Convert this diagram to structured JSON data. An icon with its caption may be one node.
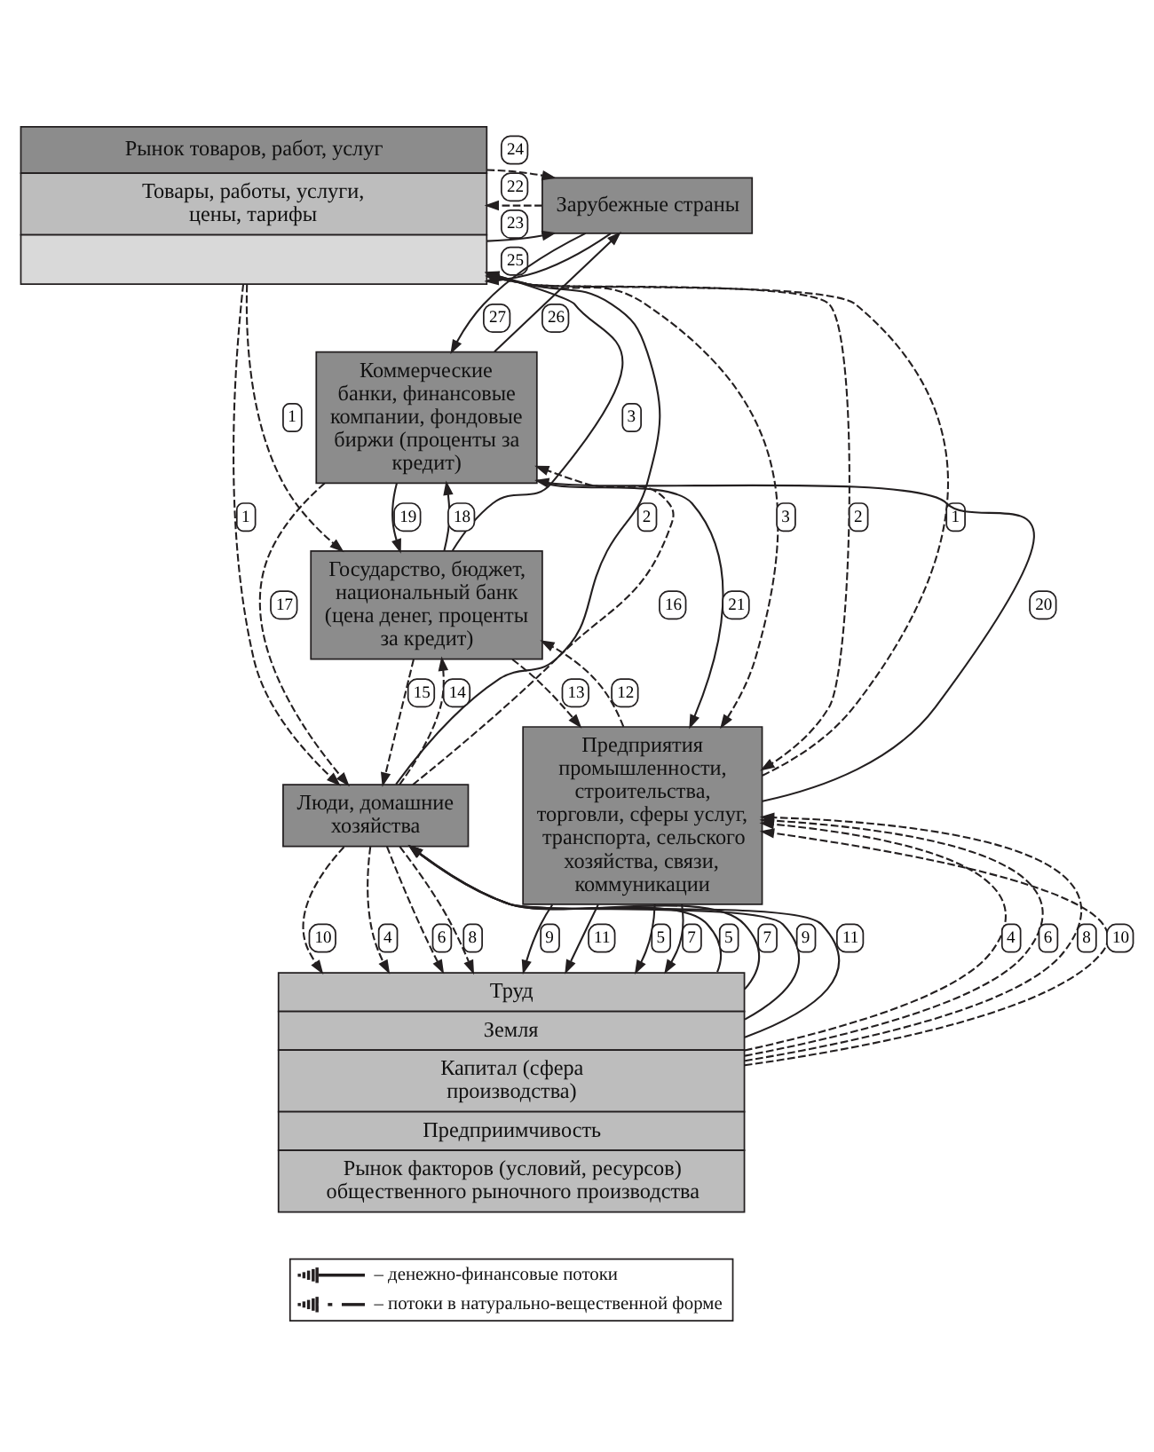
{
  "diagram": {
    "nodes": [
      {
        "text": [
          "Рынок товаров, работ, услуг",
          "Товары, работы, услуги, цены, тарифы"
        ]
      },
      {
        "text": [
          "Зарубежные страны"
        ]
      },
      {
        "text": [
          "Коммерческие банки, финансовые компании, фондовые биржи (проценты за кредит)"
        ]
      },
      {
        "text": [
          "Государство, бюджет, национальный банк (цена денег, проценты за кредит)"
        ]
      },
      {
        "text": [
          "Люди, домашние хозяйства"
        ]
      },
      {
        "text": [
          "Предприятия промышленности, строительства, торговли, сферы услуг, транспорта, сельского хозяйства, связи, коммуникации"
        ]
      },
      {
        "text": [
          "Труд",
          "Земля",
          "Капитал (сфера производства)",
          "Предприимчивость",
          "Рынок факторов (условий, ресурсов) общественного рыночного производства"
        ]
      }
    ],
    "edges": [
      {
        "from": 0,
        "to": 4,
        "arrow": "to",
        "label": "1",
        "style": "dashed"
      },
      {
        "from": 4,
        "to": 0,
        "arrow": "to",
        "label": "2"
      },
      {
        "from": 0,
        "to": 3,
        "arrow": "to",
        "label": "1",
        "style": "dashed"
      },
      {
        "from": 3,
        "to": 0,
        "arrow": "to",
        "label": "3"
      },
      {
        "from": 1,
        "to": 0,
        "arrow": "to",
        "label": "22",
        "style": "dashed"
      },
      {
        "from": 0,
        "to": 1,
        "arrow": "to",
        "label": "23"
      },
      {
        "from": 0,
        "to": 1,
        "arrow": "to",
        "label": "24",
        "style": "dashed"
      },
      {
        "from": 1,
        "to": 0,
        "arrow": "to",
        "label": "25"
      },
      {
        "from": 2,
        "to": 1,
        "arrow": "to",
        "label": "26"
      },
      {
        "from": 1,
        "to": 2,
        "arrow": "to",
        "label": "27"
      },
      {
        "from": 0,
        "to": 5,
        "arrow": "to",
        "label": "2",
        "style": "dashed"
      },
      {
        "from": 0,
        "to": 5,
        "arrow": "to",
        "label": "3",
        "style": "dashed"
      },
      {
        "from": 5,
        "to": 0,
        "arrow": "to",
        "label": "1",
        "style": "dashed"
      },
      {
        "from": 4,
        "to": 2,
        "arrow": "to",
        "label": "16",
        "style": "dashed"
      },
      {
        "from": 2,
        "to": 4,
        "arrow": "to",
        "label": "17",
        "style": "dashed"
      },
      {
        "from": 3,
        "to": 4,
        "arrow": "to",
        "label": "15",
        "style": "dashed"
      },
      {
        "from": 4,
        "to": 3,
        "arrow": "to",
        "label": "14",
        "style": "dashed"
      },
      {
        "from": 3,
        "to": 2,
        "arrow": "to",
        "label": "18"
      },
      {
        "from": 2,
        "to": 3,
        "arrow": "to",
        "label": "19"
      },
      {
        "from": 5,
        "to": 2,
        "arrow": "to",
        "label": "20"
      },
      {
        "from": 2,
        "to": 5,
        "arrow": "to",
        "label": "21"
      },
      {
        "from": 3,
        "to": 5,
        "arrow": "to",
        "label": "13",
        "style": "dashed"
      },
      {
        "from": 5,
        "to": 3,
        "arrow": "to",
        "label": "12",
        "style": "dashed"
      },
      {
        "from": 4,
        "to": 6,
        "arrow": "to",
        "label": "4",
        "style": "dashed"
      },
      {
        "from": 6,
        "to": 4,
        "arrow": "to",
        "label": "5"
      },
      {
        "from": 4,
        "to": 6,
        "arrow": "to",
        "label": "6",
        "style": "dashed"
      },
      {
        "from": 6,
        "to": 4,
        "arrow": "to",
        "label": "7"
      },
      {
        "from": 4,
        "to": 6,
        "arrow": "to",
        "label": "8",
        "style": "dashed"
      },
      {
        "from": 6,
        "to": 4,
        "arrow": "to",
        "label": "9"
      },
      {
        "from": 4,
        "to": 6,
        "arrow": "to",
        "label": "10",
        "style": "dashed"
      },
      {
        "from": 6,
        "to": 4,
        "arrow": "to",
        "label": "11"
      },
      {
        "from": 6,
        "to": 5,
        "arrow": "to",
        "label": "4",
        "style": "dashed"
      },
      {
        "from": 5,
        "to": 6,
        "arrow": "to",
        "label": "5"
      },
      {
        "from": 6,
        "to": 5,
        "arrow": "to",
        "label": "6",
        "style": "dashed"
      },
      {
        "from": 5,
        "to": 6,
        "arrow": "to",
        "label": "7"
      },
      {
        "from": 6,
        "to": 5,
        "arrow": "to",
        "label": "8",
        "style": "dashed"
      },
      {
        "from": 5,
        "to": 6,
        "arrow": "to",
        "label": "9"
      },
      {
        "from": 6,
        "to": 5,
        "arrow": "to",
        "label": "10",
        "style": "dashed"
      },
      {
        "from": 5,
        "to": 6,
        "arrow": "to",
        "label": "11"
      }
    ],
    "legend": [
      {
        "text": "– денежно-финансовые потоки"
      },
      {
        "text": "– потоки в натурально-вещественной форме"
      }
    ]
  }
}
